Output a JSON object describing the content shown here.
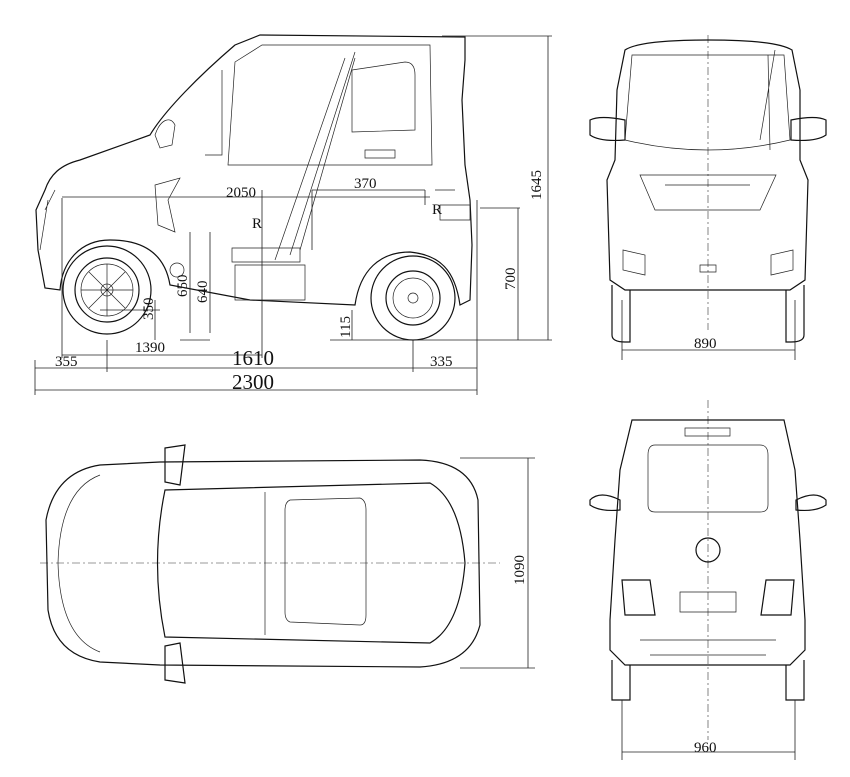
{
  "title": "Vehicle dimension drawing",
  "side_view": {
    "dims": {
      "overall_length": "2300",
      "wheelbase": "1610",
      "front_overhang": "355",
      "rear_overhang": "335",
      "height": "1645",
      "inner_length": "2050",
      "seat_to_rear": "370",
      "rear_height": "700",
      "ground_clearance": "115",
      "seat_distance": "1390",
      "seat_height_1": "650",
      "seat_height_2": "640",
      "wheel_radius": "350",
      "seat_mark_front": "R",
      "seat_mark_rear": "R"
    }
  },
  "front_view": {
    "track_width": "890"
  },
  "top_view": {
    "width": "1090"
  },
  "rear_view": {
    "rear_track": "960"
  }
}
